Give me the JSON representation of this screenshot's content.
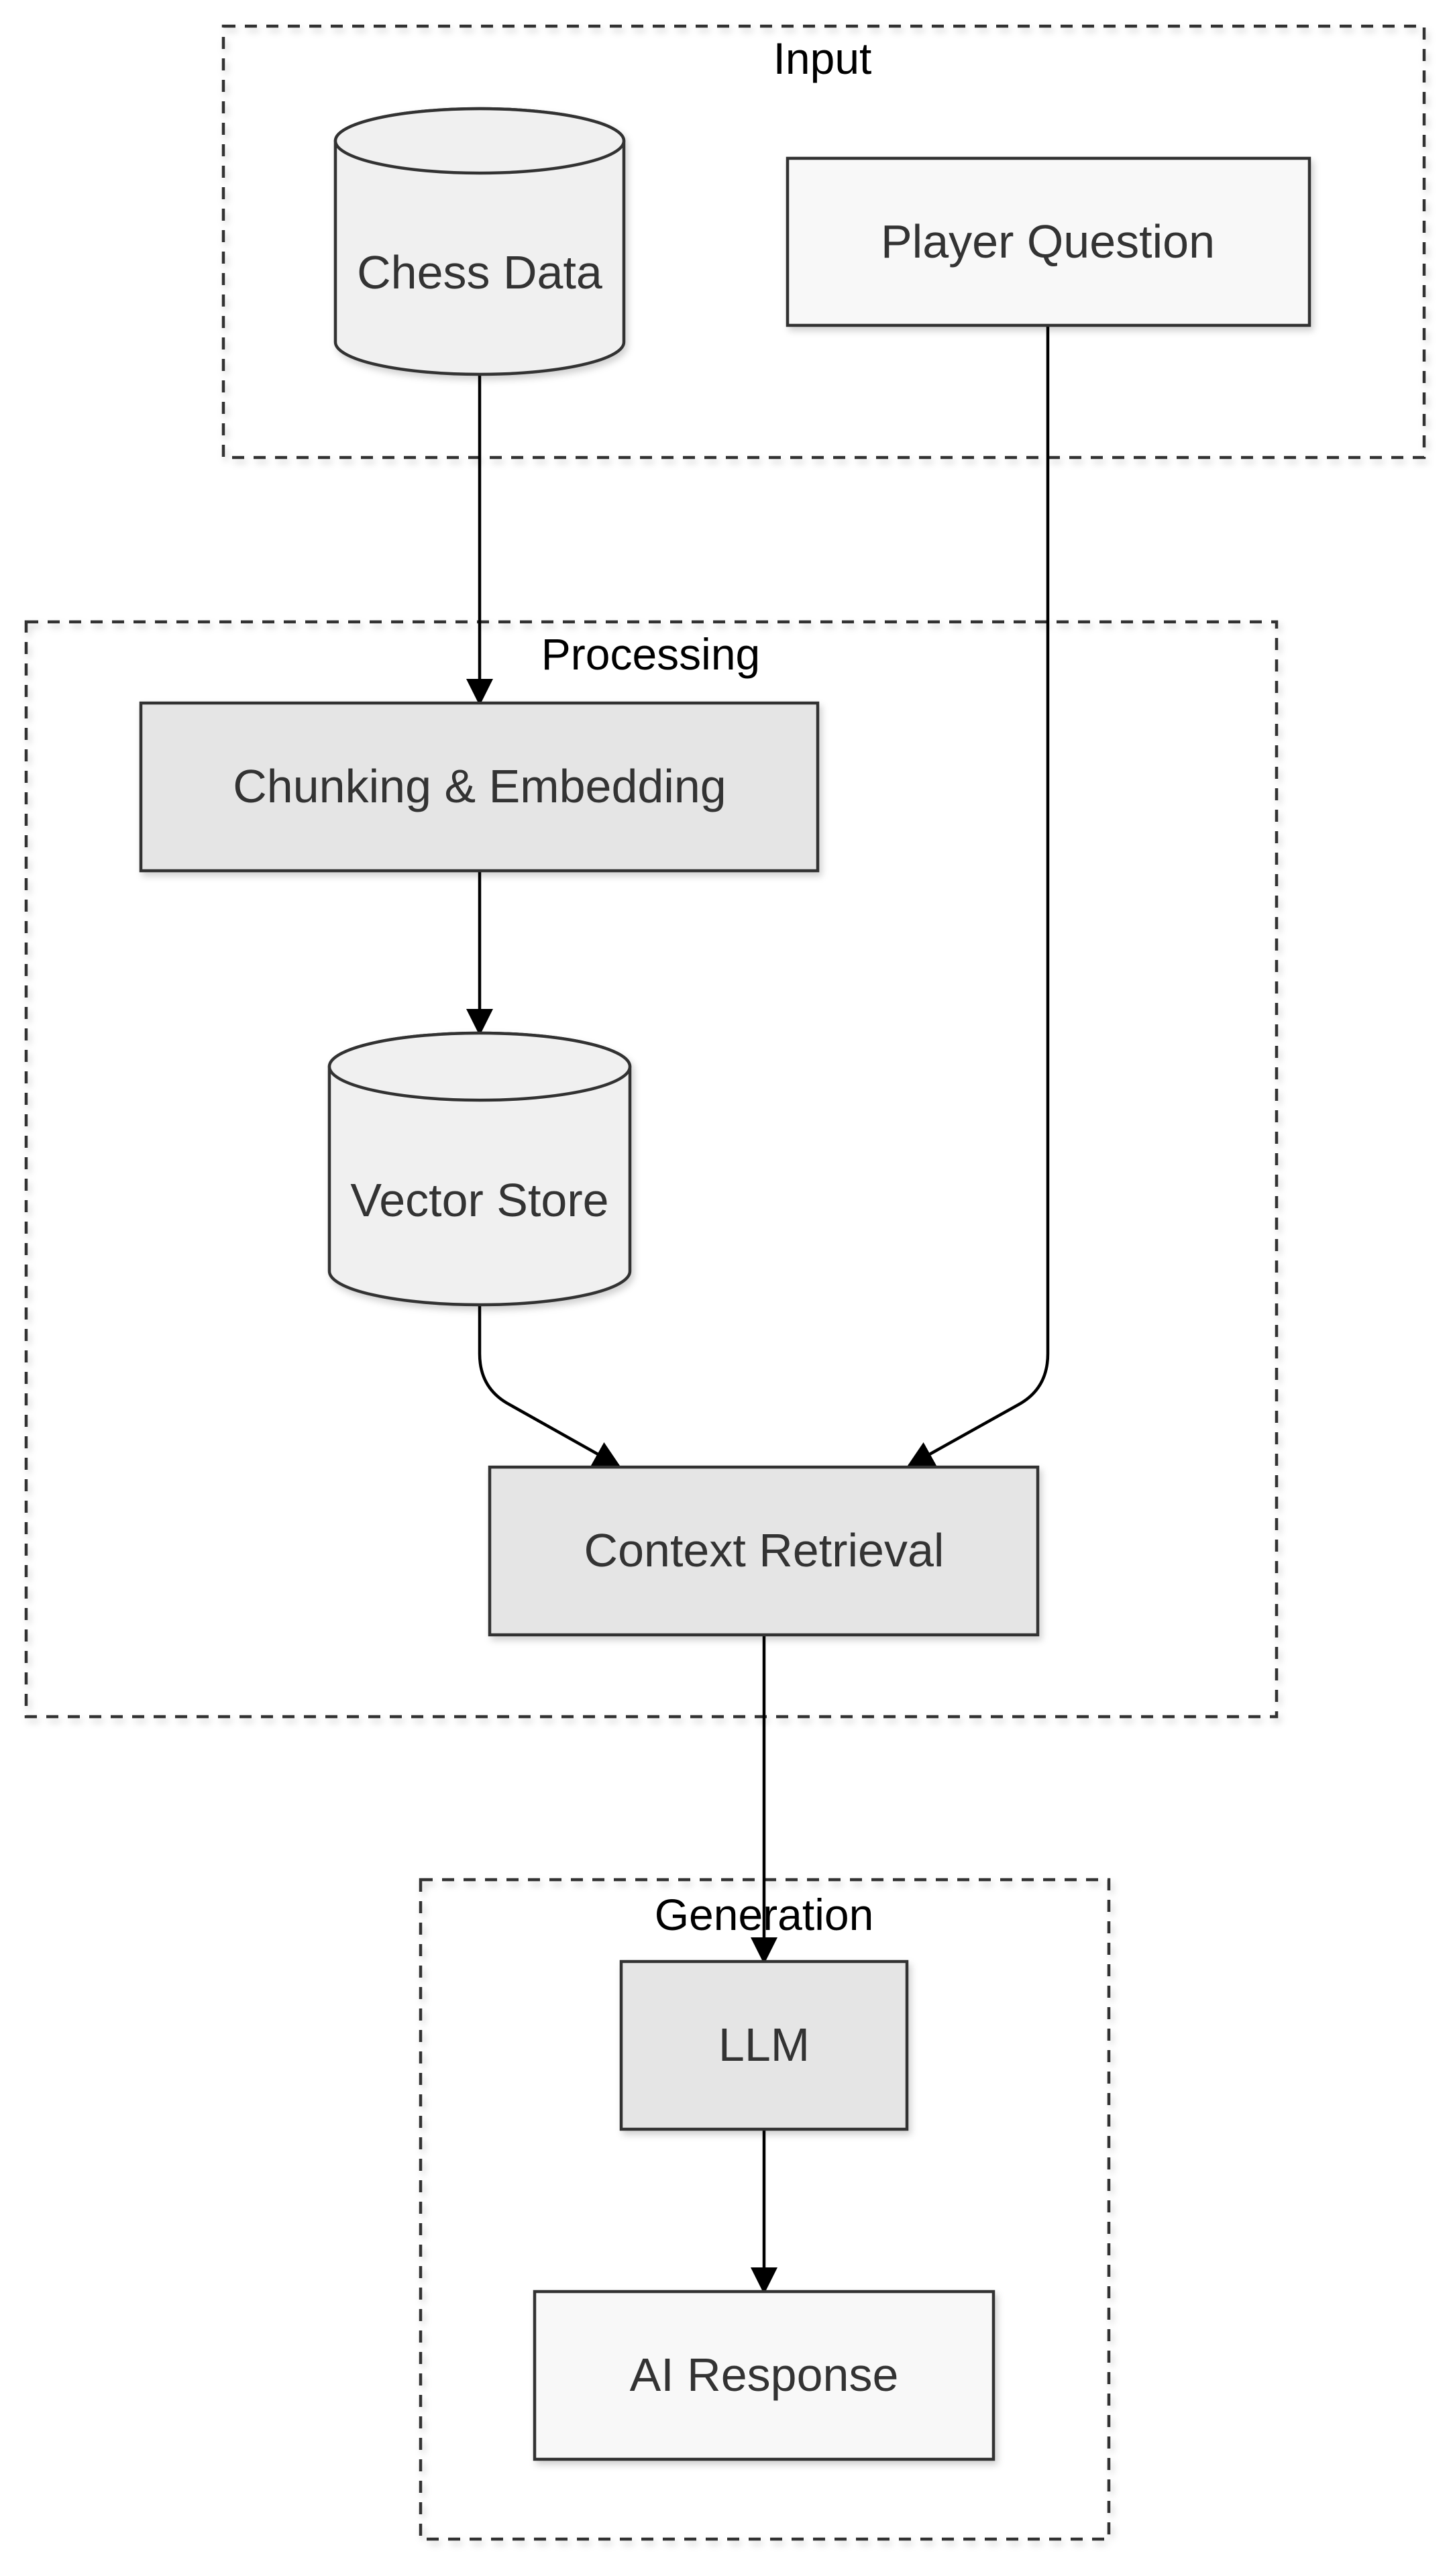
{
  "clusters": {
    "input": "Input",
    "processing": "Processing",
    "generation": "Generation"
  },
  "nodes": {
    "chess_data": "Chess Data",
    "player_question": "Player Question",
    "chunking": "Chunking & Embedding",
    "vector_store": "Vector Store",
    "context_retrieval": "Context Retrieval",
    "llm": "LLM",
    "ai_response": "AI Response"
  },
  "colors": {
    "light_node": "#f8f8f8",
    "mid_node": "#e5e5e5",
    "cylinder": "#f0f0f0",
    "stroke": "#333333",
    "edge": "#000000"
  }
}
